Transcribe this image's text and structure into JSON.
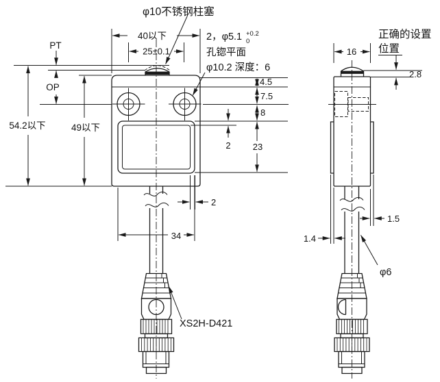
{
  "front": {
    "plunger_note": "φ10不锈钢柱塞",
    "hole_note": {
      "l1": "2，φ5.1",
      "tol_sup": "+0.2",
      "tol_sub": "0",
      "l2": "孔锪平面",
      "l3": "φ10.2 深度：6"
    },
    "dims": {
      "pt": "PT",
      "op": "OP",
      "total_h": "54.2以下",
      "body_h": "49以下",
      "body_w": "40以下",
      "pitch": "25±0.1",
      "d45": "4.5",
      "d75": "7.5",
      "d8": "8",
      "d23": "23",
      "border_top": "2",
      "border_right": "2",
      "boot_w": "34"
    },
    "connector_label": "XS2H-D421"
  },
  "side": {
    "note1": "正确的设置",
    "note2": "位置",
    "dims": {
      "w16": "16",
      "d28": "2.8",
      "d14": "1.4",
      "d15": "1.5",
      "dia6": "φ6"
    }
  }
}
